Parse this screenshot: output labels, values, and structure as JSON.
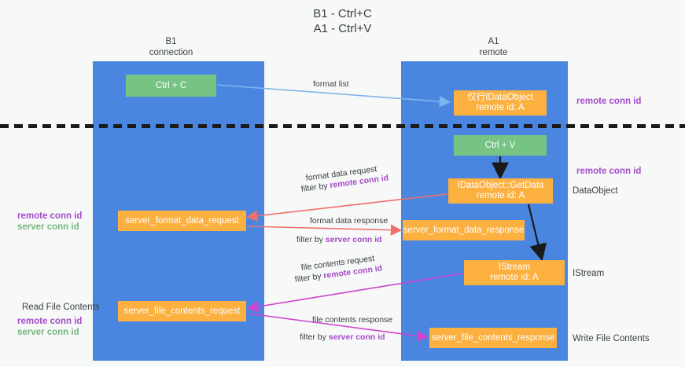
{
  "title": {
    "line1": "B1 - Ctrl+C",
    "line2": "A1 - Ctrl+V"
  },
  "columns": {
    "left": {
      "name": "B1",
      "role": "connection"
    },
    "right": {
      "name": "A1",
      "role": "remote"
    }
  },
  "boxes": {
    "ctrl_c": "Ctrl + C",
    "idataobject": "仅行IDataObject\nremote id: A",
    "ctrl_v": "Ctrl + V",
    "getdata": "IDataObject::GetData\nremote id: A",
    "server_format_data_request": "server_format_data_request",
    "server_format_data_response": "server_format_data_response",
    "istream": "IStream\nremote id: A",
    "server_file_contents_request": "server_file_contents_request",
    "server_file_contents_response": "server_file_contents_response"
  },
  "edge_labels": {
    "format_list": "format list",
    "format_data_request": "format data request",
    "filter_by": "filter by ",
    "remote_conn_id": "remote conn id",
    "server_conn_id": "server conn id",
    "format_data_response": "format data response",
    "file_contents_request": "file contents request",
    "file_contents_response": "file contents response"
  },
  "annotations": {
    "right_1": "remote conn id",
    "right_2": "remote conn id",
    "right_2_sub": "DataObject",
    "right_3": "IStream",
    "right_4": "Write File Contents",
    "left_1_remote": "remote conn id",
    "left_1_server": "server conn id",
    "left_2_title": "Read File Contents",
    "left_2_remote": "remote conn id",
    "left_2_server": "server conn id"
  },
  "colors": {
    "lane": "#4a86e0",
    "green_box": "#77c383",
    "orange_box": "#fbb040",
    "purple_text": "#a64ac9",
    "green_text": "#76b77f",
    "arrow_blue": "#7eb6ea",
    "arrow_red": "#ef6f6c",
    "arrow_magenta": "#cc44cc",
    "arrow_black": "#1a1a1a",
    "background": "#f7f8f8"
  }
}
